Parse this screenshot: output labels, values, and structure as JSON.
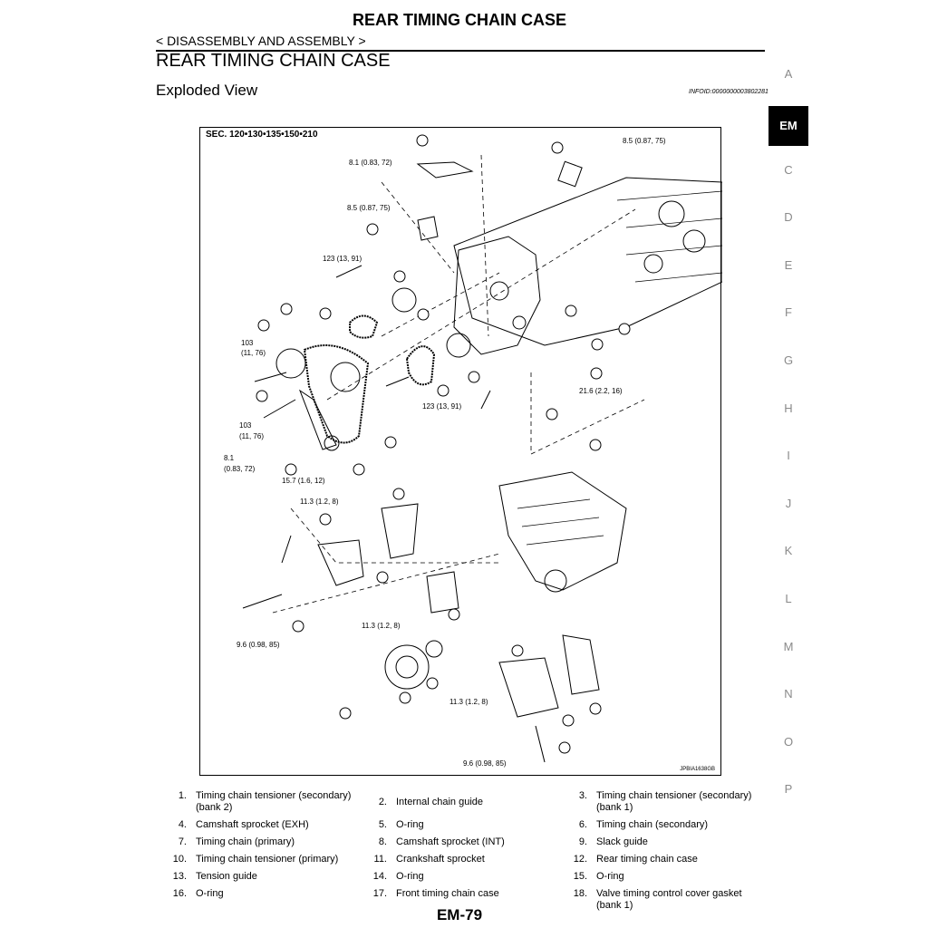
{
  "header": {
    "title": "REAR TIMING CHAIN CASE",
    "breadcrumb": "< DISASSEMBLY AND ASSEMBLY >"
  },
  "section": {
    "title": "REAR TIMING CHAIN CASE",
    "subtitle": "Exploded View",
    "info_id": "INFOID:0000000003802281"
  },
  "side_index": [
    "A",
    "EM",
    "C",
    "D",
    "E",
    "F",
    "G",
    "H",
    "I",
    "J",
    "K",
    "L",
    "M",
    "N",
    "O",
    "P"
  ],
  "side_index_active": "EM",
  "figure": {
    "sec_label": "SEC. 120•130•135•150•210",
    "figure_id": "JPBIA1638GB",
    "torques": [
      "8.5 (0.87, 75)",
      "8.1 (0.83, 72)",
      "8.5 (0.87, 75)",
      "123 (13, 91)",
      "103",
      "(11, 76)",
      "103",
      "(11, 76)",
      "8.1",
      "(0.83, 72)",
      "15.7 (1.6, 12)",
      "21.6 (2.2, 16)",
      "123 (13, 91)",
      "11.3 (1.2, 8)",
      "11.3 (1.2, 8)",
      "9.6 (0.98, 85)",
      "11.3 (1.2, 8)",
      "9.6 (0.98, 85)"
    ]
  },
  "legend": [
    {
      "num": "1.",
      "text": "Timing chain tensioner (secondary) (bank 2)"
    },
    {
      "num": "2.",
      "text": "Internal chain guide"
    },
    {
      "num": "3.",
      "text": "Timing chain tensioner (secondary) (bank 1)"
    },
    {
      "num": "4.",
      "text": "Camshaft sprocket (EXH)"
    },
    {
      "num": "5.",
      "text": "O-ring"
    },
    {
      "num": "6.",
      "text": "Timing chain (secondary)"
    },
    {
      "num": "7.",
      "text": "Timing chain (primary)"
    },
    {
      "num": "8.",
      "text": "Camshaft sprocket (INT)"
    },
    {
      "num": "9.",
      "text": "Slack guide"
    },
    {
      "num": "10.",
      "text": "Timing chain tensioner (primary)"
    },
    {
      "num": "11.",
      "text": "Crankshaft sprocket"
    },
    {
      "num": "12.",
      "text": "Rear timing chain case"
    },
    {
      "num": "13.",
      "text": "Tension guide"
    },
    {
      "num": "14.",
      "text": "O-ring"
    },
    {
      "num": "15.",
      "text": "O-ring"
    },
    {
      "num": "16.",
      "text": "O-ring"
    },
    {
      "num": "17.",
      "text": "Front timing chain case"
    },
    {
      "num": "18.",
      "text": "Valve timing control cover gasket (bank 1)"
    }
  ],
  "footer": {
    "page": "EM-79"
  }
}
